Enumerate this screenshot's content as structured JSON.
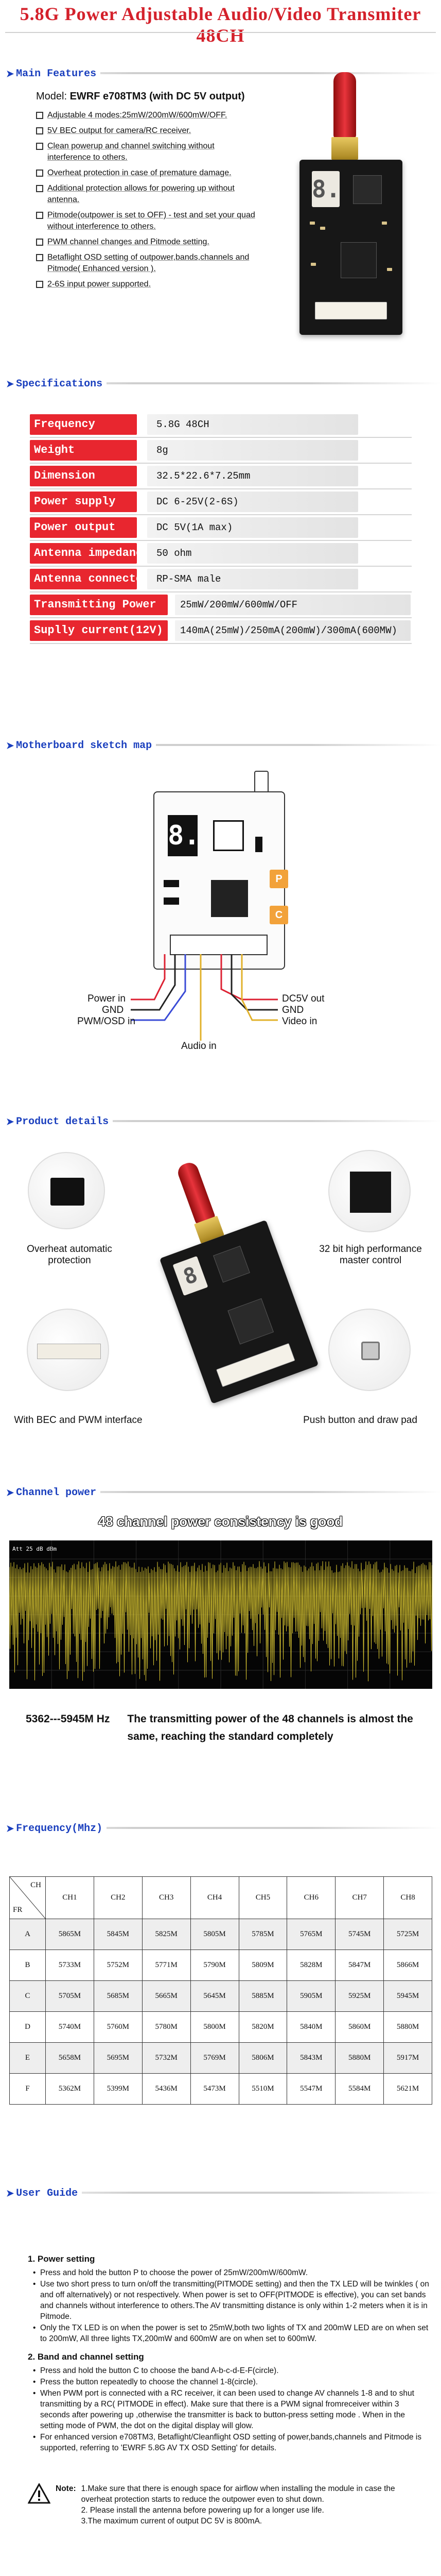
{
  "title": "5.8G Power Adjustable Audio/Video Transmiter 48CH",
  "sections": {
    "features": "Main Features",
    "specs": "Specifications",
    "sketch": "Motherboard sketch map",
    "details": "Product details",
    "power": "Channel power",
    "frequency": "Frequency(Mhz)",
    "guide": "User Guide"
  },
  "features": {
    "model_label": "Model:",
    "model_value": "EWRF e708TM3 (with DC 5V output)",
    "items": [
      "Adjustable 4 modes:25mW/200mW/600mW/OFF.",
      "5V BEC output for camera/RC receiver.",
      "Clean powerup and channel switching without interference to others.",
      "Overheat protection in case of premature damage.",
      "Additional protection allows for powering up without antenna.",
      "Pitmode(outpower is set to OFF) - test and set your quad without interference to others.",
      "PWM channel changes and Pitmode setting.",
      "Betaflight OSD setting of outpower,bands,channels and Pitmode( Enhanced version ).",
      "2-6S input power supported."
    ]
  },
  "specs": [
    {
      "key": "Frequency",
      "value": "5.8G 48CH"
    },
    {
      "key": "Weight",
      "value": "8g"
    },
    {
      "key": "Dimension",
      "value": "32.5*22.6*7.25mm"
    },
    {
      "key": "Power supply",
      "value": "DC 6-25V(2-6S)"
    },
    {
      "key": "Power output",
      "value": "DC 5V(1A max)"
    },
    {
      "key": "Antenna impedance",
      "value": "50 ohm"
    },
    {
      "key": "Antenna connector",
      "value": "RP-SMA male"
    },
    {
      "key": "Transmitting Power",
      "value": "25mW/200mW/600mW/OFF"
    },
    {
      "key": "Suplly current(12V)",
      "value": "140mA(25mW)/250mA(200mW)/300mA(600MW)"
    }
  ],
  "sketch": {
    "labels": {
      "power_in": "Power in",
      "gnd_left": "GND",
      "pwm_osd": "PWM/OSD in",
      "audio_in": "Audio in",
      "dc5v_out": "DC5V out",
      "gnd_right": "GND",
      "video_in": "Video in",
      "button_p": "P",
      "button_c": "C",
      "digit": "8."
    }
  },
  "details": {
    "overheat": "Overheat automatic protection",
    "mcu": "32 bit high performance master control",
    "bec": "With BEC and PWM interface",
    "button": "Push button and draw pad"
  },
  "power": {
    "headline": "48 channel power consistency is good",
    "scope_readout": "Att  25 dB  dBm",
    "range": "5362---5945M Hz",
    "description": "The transmitting power of the 48 channels is almost the same, reaching the standard completely"
  },
  "frequency": {
    "corner_ch": "CH",
    "corner_fr": "FR",
    "columns": [
      "CH1",
      "CH2",
      "CH3",
      "CH4",
      "CH5",
      "CH6",
      "CH7",
      "CH8"
    ],
    "rows": [
      {
        "band": "A",
        "values": [
          "5865M",
          "5845M",
          "5825M",
          "5805M",
          "5785M",
          "5765M",
          "5745M",
          "5725M"
        ]
      },
      {
        "band": "B",
        "values": [
          "5733M",
          "5752M",
          "5771M",
          "5790M",
          "5809M",
          "5828M",
          "5847M",
          "5866M"
        ]
      },
      {
        "band": "C",
        "values": [
          "5705M",
          "5685M",
          "5665M",
          "5645M",
          "5885M",
          "5905M",
          "5925M",
          "5945M"
        ]
      },
      {
        "band": "D",
        "values": [
          "5740M",
          "5760M",
          "5780M",
          "5800M",
          "5820M",
          "5840M",
          "5860M",
          "5880M"
        ]
      },
      {
        "band": "E",
        "values": [
          "5658M",
          "5695M",
          "5732M",
          "5769M",
          "5806M",
          "5843M",
          "5880M",
          "5917M"
        ]
      },
      {
        "band": "F",
        "values": [
          "5362M",
          "5399M",
          "5436M",
          "5473M",
          "5510M",
          "5547M",
          "5584M",
          "5621M"
        ]
      }
    ]
  },
  "guide": {
    "s1_title": "1. Power setting",
    "s1_items": [
      "Press and hold the button P to choose the power of 25mW/200mW/600mW.",
      "Use two short press to turn on/off the transmitting(PITMODE  setting) and then the TX LED will be twinkles ( on and off alternatively) or not respectively. When power is set to OFF(PITMODE is effective), you can  set bands and channels without interference to others.The AV transmitting distance is only within  1-2 meters  when it is in Pitmode.",
      "Only the TX LED is on when the power is set to 25mW,both two lights of TX and 200mW LED are on when set to 200mW, All three lights TX,200mW and 600mW are on when set to 600mW."
    ],
    "s2_title": "2. Band and channel setting",
    "s2_items": [
      "Press and hold the button C to choose the band A-b-c-d-E-F(circle).",
      "Press the button repeatedly to choose the channel 1-8(circle).",
      "When PWM port is connected with a RC receiver, it can been used to change AV channels 1-8 and to shut transmitting by a RC( PITMODE in effect). Make sure that there is a PWM signal fromreceiver within 3 seconds after powering up ,otherwise the transmitter is back to button-press setting mode . When in the setting mode of PWM, the dot on the digital display will glow.",
      "For enhanced version e708TM3, Betaflight/Cleanflight OSD setting of power,bands,channels and Pitmode is supported, referring to  'EWRF 5.8G AV TX OSD Setting'  for details."
    ],
    "note_label": "Note:",
    "notes": [
      "1.Make sure that there is enough space for airflow when installing the module in case the overheat protection starts to reduce the outpower even to shut down.",
      "2. Please install the antenna before powering up for a longer use life.",
      "3.The maximum current of output DC 5V is 800mA."
    ]
  },
  "colors": {
    "title_red": "#d4212b",
    "section_blue": "#1a3fbe",
    "spec_red": "#e8262f",
    "scope_yellow": "#d7c431"
  }
}
